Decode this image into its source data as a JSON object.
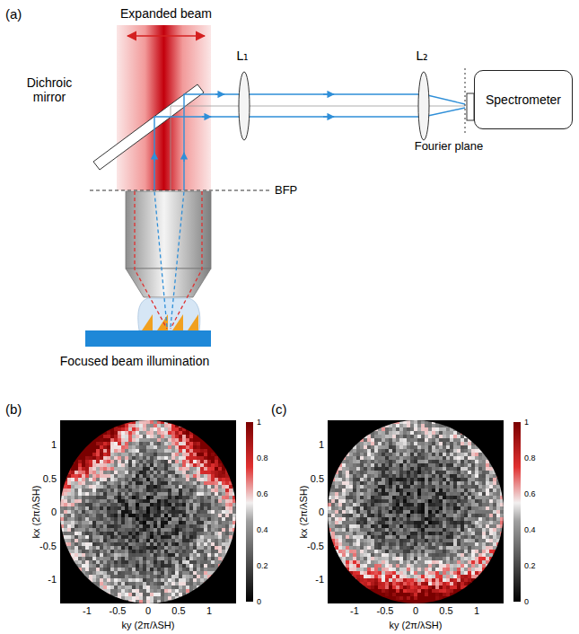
{
  "diagram": {
    "nodes": [
      {
        "text": [
          "Spectrometer"
        ]
      }
    ],
    "labels": [
      "(a)",
      "Expanded beam",
      "Dichroic mirror",
      "L₁",
      "L₂",
      "BFP",
      "Fourier plane",
      "Focused beam illumination",
      "(b)",
      "1",
      "0.5",
      "0",
      "-0.5",
      "-1",
      "kx (2π/λSH)",
      "-1",
      "-0.5",
      "0",
      "0.5",
      "1",
      "ky (2π/λSH)",
      "1",
      "0.8",
      "0.6",
      "0.4",
      "0.2",
      "0",
      "(c)",
      "1",
      "0.5",
      "0",
      "-0.5",
      "-1",
      "kx (2π/λSH)",
      "-1",
      "-0.5",
      "0",
      "0.5",
      "1",
      "ky (2π/λSH)",
      "1",
      "0.8",
      "0.6",
      "0.4",
      "0.2",
      "0"
    ]
  }
}
